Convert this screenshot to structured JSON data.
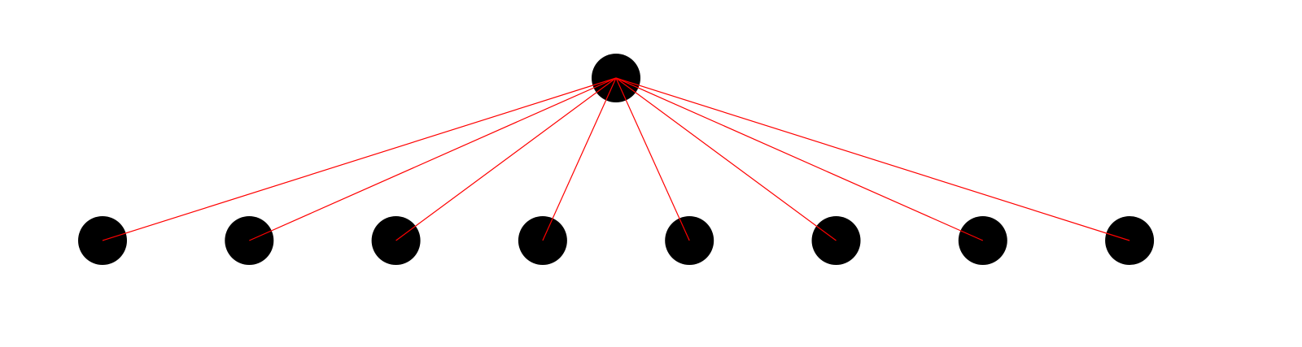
{
  "diagram": {
    "type": "star-tree",
    "colors": {
      "node": "#000000",
      "edge": "#ff0000",
      "background": "#ffffff"
    },
    "root": {
      "id": "root"
    },
    "children": [
      {
        "id": "leaf-1"
      },
      {
        "id": "leaf-2"
      },
      {
        "id": "leaf-3"
      },
      {
        "id": "leaf-4"
      },
      {
        "id": "leaf-5"
      },
      {
        "id": "leaf-6"
      },
      {
        "id": "leaf-7"
      },
      {
        "id": "leaf-8"
      }
    ],
    "edges": [
      {
        "from": "root",
        "to": "leaf-1"
      },
      {
        "from": "root",
        "to": "leaf-2"
      },
      {
        "from": "root",
        "to": "leaf-3"
      },
      {
        "from": "root",
        "to": "leaf-4"
      },
      {
        "from": "root",
        "to": "leaf-5"
      },
      {
        "from": "root",
        "to": "leaf-6"
      },
      {
        "from": "root",
        "to": "leaf-7"
      },
      {
        "from": "root",
        "to": "leaf-8"
      }
    ]
  }
}
